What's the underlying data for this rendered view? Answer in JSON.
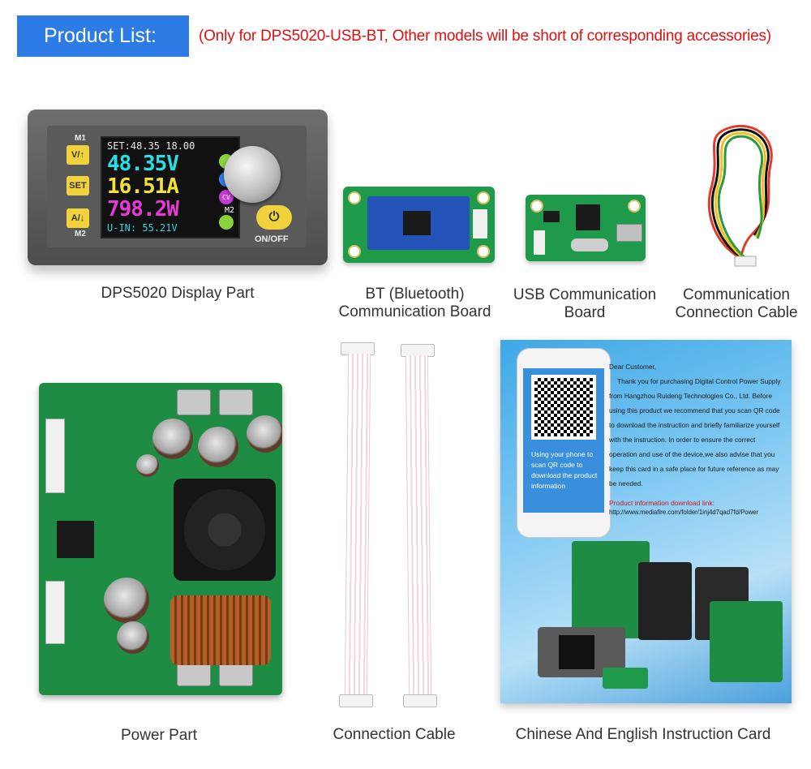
{
  "header": {
    "title": "Product List:",
    "note": "(Only for DPS5020-USB-BT, Other models will be short of corresponding accessories)"
  },
  "display": {
    "caption": "DPS5020 Display Part",
    "m1": "M1",
    "m2": "M2",
    "btn_vup": "V/↑",
    "btn_set": "SET",
    "btn_aup": "A/↓",
    "lcd_set": "SET:48.35 18.00",
    "lcd_voltage": "48.35V",
    "lcd_current": "16.51A",
    "lcd_power": "798.2W",
    "lcd_uin": "U-IN: 55.21V",
    "lcd_mode": "CV",
    "lcd_preset": "M2",
    "onoff": "ON/OFF",
    "colors": {
      "voltage": "#27e0e6",
      "current": "#f4e23a",
      "power": "#e63ad6"
    }
  },
  "bt_board": {
    "caption_line1": "BT (Bluetooth)",
    "caption_line2": "Communication Board"
  },
  "usb_board": {
    "caption_line1": "USB Communication",
    "caption_line2": "Board"
  },
  "comm_cable": {
    "caption_line1": "Communication",
    "caption_line2": "Connection Cable"
  },
  "power_part": {
    "caption": "Power Part"
  },
  "conn_cable": {
    "caption": "Connection Cable"
  },
  "card": {
    "caption": "Chinese And English Instruction Card",
    "phone_text": "Using your phone to scan QR code to download the product information",
    "greeting": "Dear Customer,",
    "body": "Thank you for purchasing Digital Control Power Supply from Hangzhou Ruideng Technologies Co., Ltd. Before using this product we recommend that you scan QR code to download the instruction and briefly familiarize yourself with the instruction. In order to ensure the correct operation and use of the device,we also advise that you keep this card in a safe place for future reference as may be needed.",
    "info_label": "Product information download link:",
    "url": "http://www.mediafire.com/folder/1inj4d7qad7fd/Power"
  }
}
